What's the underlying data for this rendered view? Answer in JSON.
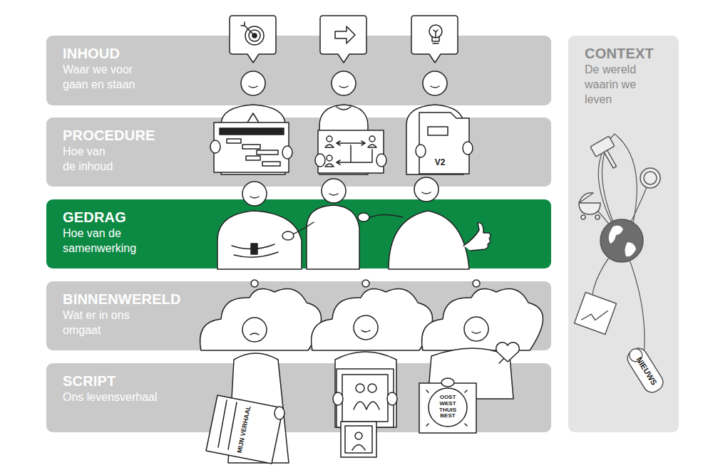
{
  "diagram": {
    "nodes": [
      {
        "text": [
          "INHOUD",
          "Waar we voor gaan en staan"
        ]
      },
      {
        "text": [
          "PROCEDURE",
          "Hoe van de inhoud"
        ]
      },
      {
        "text": [
          "GEDRAG",
          "Hoe van de samenwerking"
        ]
      },
      {
        "text": [
          "BINNENWERELD",
          "Wat er in ons omgaat"
        ]
      },
      {
        "text": [
          "SCRIPT",
          "Ons levensverhaal"
        ]
      },
      {
        "text": [
          "CONTEXT",
          "De wereld waarin we leven"
        ]
      }
    ],
    "labels": [
      "V2",
      "MIJN VERHAAL",
      "OOST WEST THUIS BEST",
      "NIEUWS"
    ]
  }
}
